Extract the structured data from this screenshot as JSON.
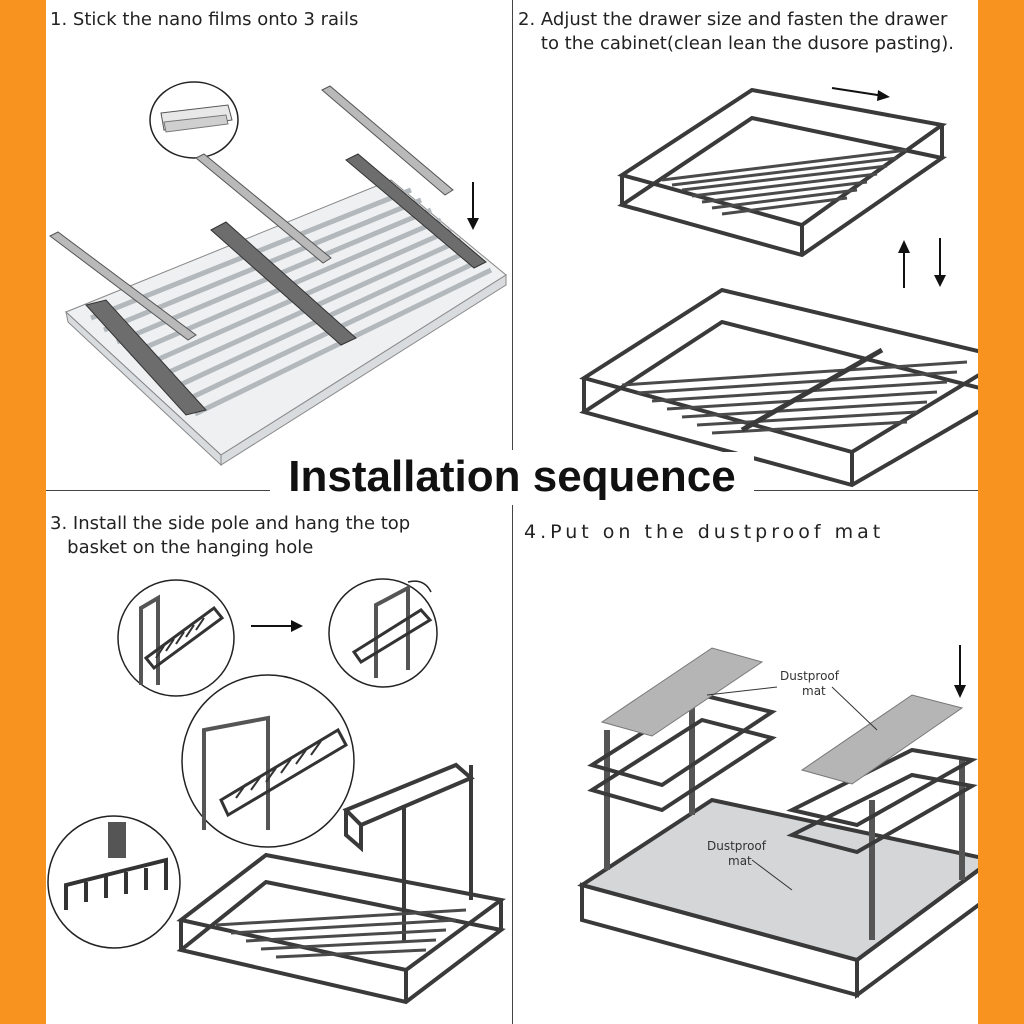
{
  "title": "Installation sequence",
  "steps": [
    {
      "lines": [
        "1. Stick the nano films onto 3 rails"
      ]
    },
    {
      "lines": [
        "2. Adjust the drawer size and fasten the drawer",
        "    to the cabinet(clean lean the dusore pasting)."
      ]
    },
    {
      "lines": [
        "3. Install the side pole and hang the top",
        "   basket on the hanging hole"
      ]
    },
    {
      "lines": [
        "4.Put on the dustproof mat"
      ]
    }
  ],
  "labels": {
    "dustproof_top": [
      "Dustproof",
      "mat"
    ],
    "dustproof_bottom": [
      "Dustproof",
      "mat"
    ]
  },
  "colors": {
    "border": "#f7931e",
    "metal": "#3a3a3a",
    "rail": "#9a9a9a"
  }
}
